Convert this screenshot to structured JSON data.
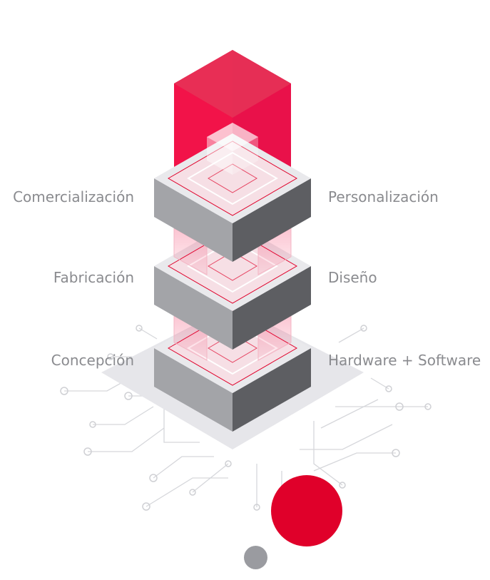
{
  "diagram": {
    "layers": [
      {
        "left_label": "Comercialización",
        "right_label": "Personalización"
      },
      {
        "left_label": "Fabricación",
        "right_label": "Diseño"
      },
      {
        "left_label": "Concepción",
        "right_label": "Hardware + Software"
      }
    ]
  },
  "colors": {
    "accent": "#e0002a",
    "cube_red": "#f21349",
    "block_light": "#a3a4a8",
    "block_dark": "#5d5e62",
    "block_top": "#e9e9ec",
    "base": "#e6e6ea",
    "circuit": "#cfd0d4",
    "label_text": "#8a8b8f",
    "small_dot": "#9a9ba0"
  }
}
